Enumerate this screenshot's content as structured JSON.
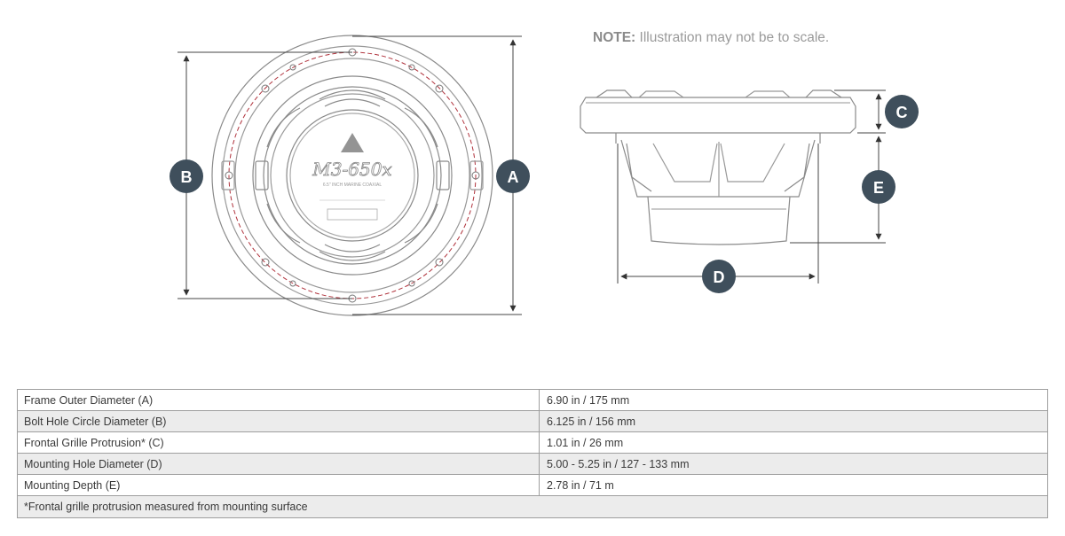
{
  "note": {
    "label": "NOTE:",
    "text": "Illustration may not be to scale."
  },
  "callouts": {
    "a": "A",
    "b": "B",
    "c": "C",
    "d": "D",
    "e": "E"
  },
  "speaker": {
    "model": "M3-650x",
    "subtitle": "6.5\" INCH MARINE COAXIAL"
  },
  "specs": {
    "rows": [
      {
        "label": "Frame Outer Diameter (A)",
        "value": "6.90 in / 175 mm"
      },
      {
        "label": "Bolt Hole Circle Diameter (B)",
        "value": "6.125 in / 156 mm"
      },
      {
        "label": "Frontal Grille Protrusion* (C)",
        "value": "1.01 in / 26 mm"
      },
      {
        "label": "Mounting Hole Diameter (D)",
        "value": "5.00 - 5.25 in / 127 - 133 mm"
      },
      {
        "label": "Mounting Depth (E)",
        "value": "2.78 in / 71 m"
      }
    ],
    "footnote": "*Frontal grille protrusion measured from mounting surface"
  },
  "colors": {
    "callout": "#3f4f5c",
    "outline": "#8a8a8a",
    "bolt_circle": "#b0323c",
    "text": "#3a3a3a"
  }
}
